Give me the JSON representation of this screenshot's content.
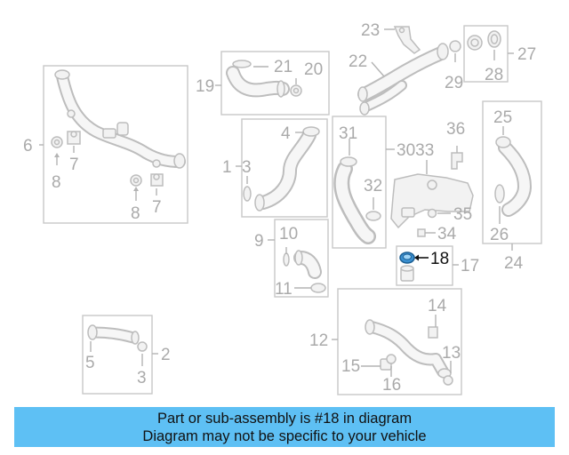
{
  "callouts": [
    "1",
    "2",
    "3",
    "3",
    "4",
    "5",
    "6",
    "7",
    "7",
    "8",
    "8",
    "9",
    "10",
    "11",
    "12",
    "13",
    "14",
    "15",
    "16",
    "17",
    "18",
    "19",
    "20",
    "21",
    "22",
    "23",
    "24",
    "25",
    "26",
    "27",
    "28",
    "29",
    "3033",
    "31",
    "32",
    "34",
    "35",
    "36"
  ],
  "highlighted_part": "18",
  "colors": {
    "banner": "#5ec0f4",
    "highlight": "#3a8fd0",
    "line": "#bdbdbd",
    "label": "#aaaaaa"
  },
  "banner": {
    "line1": "Part or sub-assembly is #18 in diagram",
    "line2": "Diagram may not be specific to your vehicle"
  }
}
